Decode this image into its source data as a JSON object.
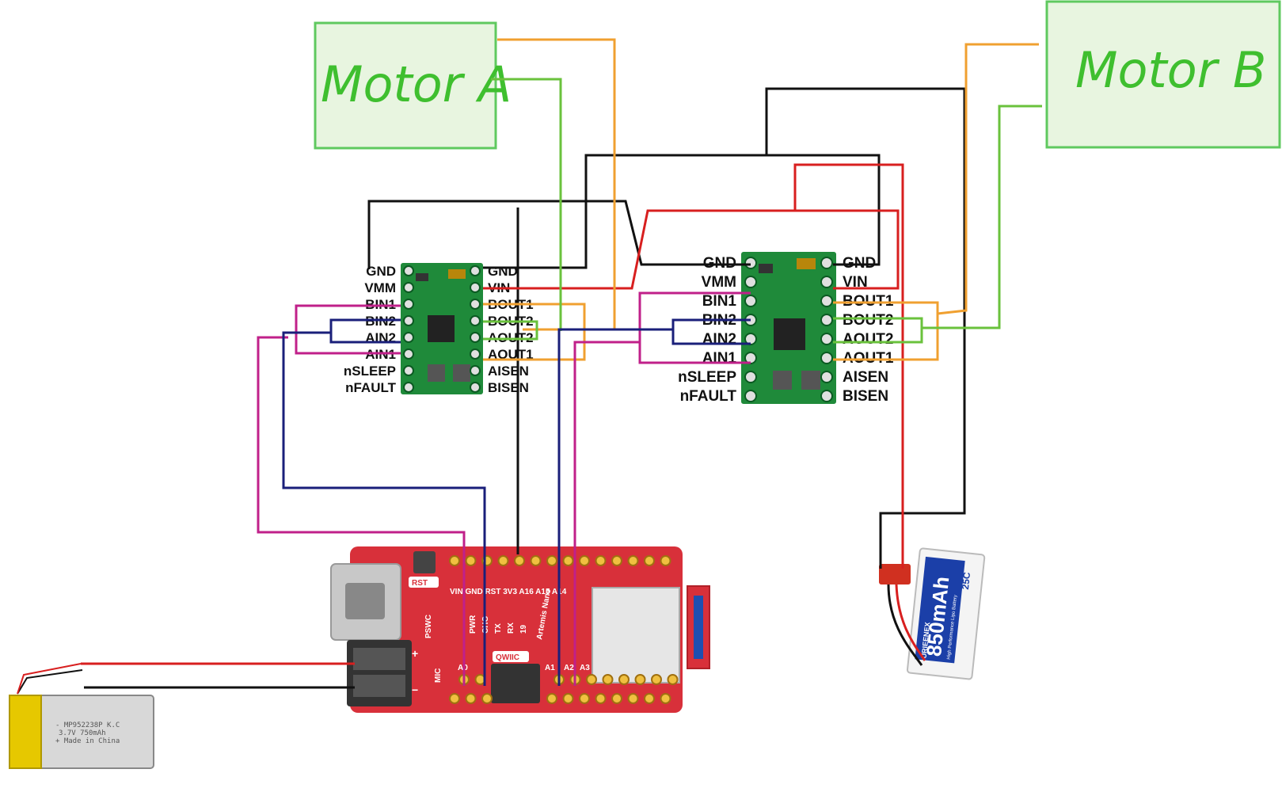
{
  "motor_a": {
    "label": "Motor A"
  },
  "motor_b": {
    "label": "Motor B"
  },
  "driver_a": {
    "left_pins": [
      "GND",
      "VMM",
      "BIN1",
      "BIN2",
      "AIN2",
      "AIN1",
      "nSLEEP",
      "nFAULT"
    ],
    "right_pins": [
      "GND",
      "VIN",
      "BOUT1",
      "BOUT2",
      "AOUT2",
      "AOUT1",
      "AISEN",
      "BISEN"
    ]
  },
  "driver_b": {
    "left_pins": [
      "GND",
      "VMM",
      "BIN1",
      "BIN2",
      "AIN2",
      "AIN1",
      "nSLEEP",
      "nFAULT"
    ],
    "right_pins": [
      "GND",
      "VIN",
      "BOUT1",
      "BOUT2",
      "AOUT2",
      "AOUT1",
      "AISEN",
      "BISEN"
    ]
  },
  "mcu_board": {
    "rst_label": "RST",
    "header_labels": "VIN GND RST 3V3 A16 A15 A14",
    "side_labels": [
      "PWR",
      "CHG",
      "TX",
      "RX",
      "19"
    ],
    "pswc_label": "PSWC",
    "board_name": "Artemis Nano",
    "qwiic_label": "QWIIC",
    "mic_label": "MIC",
    "pin_a0": "A0",
    "pin_a1": "A1",
    "pin_a2": "A2",
    "pin_a3": "A3"
  },
  "lipo_small": {
    "line1": "- MP952238P K.C",
    "line2": "3.7V 750mAh",
    "line3": "+ Made in China"
  },
  "lipo_850": {
    "capacity": "850mAh",
    "brand": "URIEENEX",
    "rating": "25C",
    "subtitle": "High Performance Lipo Battery"
  },
  "colors": {
    "motor_box": "#5fc95f",
    "motor_fill": "#e8f5e0",
    "board_red": "#d8303a",
    "driver_green": "#1f8a3a",
    "wire_black": "#111111",
    "wire_red": "#d81f1f",
    "wire_orange": "#f0a030",
    "wire_green": "#6ac23c",
    "wire_magenta": "#c0208a",
    "wire_navy": "#1a1f7a"
  }
}
